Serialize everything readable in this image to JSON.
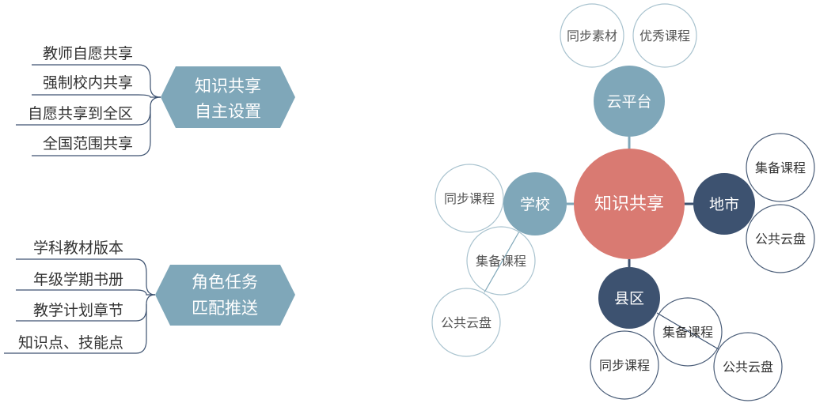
{
  "colors": {
    "teal": "#7fa7b9",
    "dark": "#3d5270",
    "red": "#d97a72",
    "outline": "#a9c3cf",
    "line": "#3d5270"
  },
  "left": {
    "group1": {
      "title_line1": "知识共享",
      "title_line2": "自主设置",
      "items": [
        "教师自愿共享",
        "强制校内共享",
        "自愿共享到全区",
        "全国范围共享"
      ]
    },
    "group2": {
      "title_line1": "角色任务",
      "title_line2": "匹配推送",
      "items": [
        "学科教材版本",
        "年级学期书册",
        "教学计划章节",
        "知识点、技能点"
      ]
    }
  },
  "bubble": {
    "center": "知识共享",
    "cloud": {
      "label": "云平台",
      "children": [
        "同步素材",
        "优秀课程"
      ]
    },
    "school": {
      "label": "学校",
      "children": [
        "同步课程",
        "集备课程",
        "公共云盘"
      ]
    },
    "city": {
      "label": "地市",
      "children": [
        "集备课程",
        "公共云盘"
      ]
    },
    "county": {
      "label": "县区",
      "children": [
        "同步课程",
        "集备课程",
        "公共云盘"
      ]
    }
  }
}
